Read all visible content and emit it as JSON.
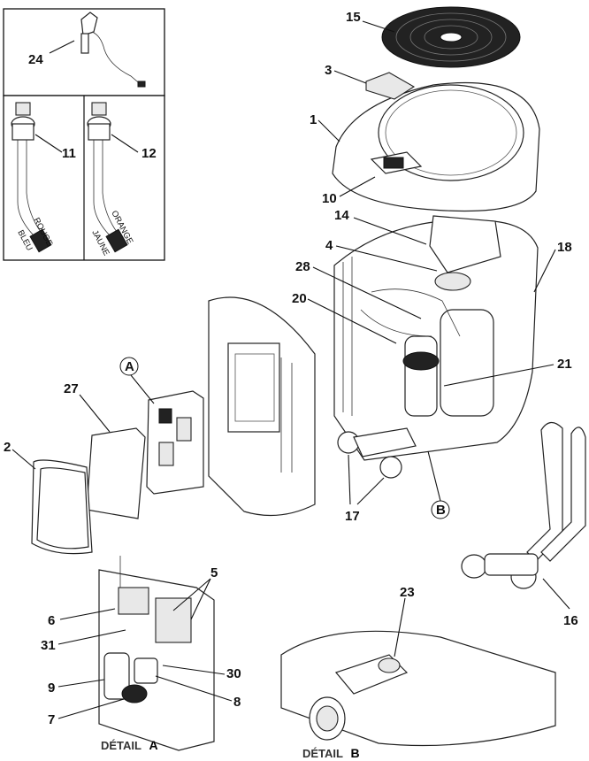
{
  "callouts": {
    "c15": "15",
    "c3": "3",
    "c1": "1",
    "c10": "10",
    "c14": "14",
    "c4": "4",
    "c18": "18",
    "c28": "28",
    "c20": "20",
    "c21": "21",
    "c17": "17",
    "cB": "B",
    "c16": "16",
    "c24": "24",
    "c11": "11",
    "c12": "12",
    "cA": "A",
    "c27": "27",
    "c2": "2",
    "c5": "5",
    "c6": "6",
    "c31": "31",
    "c9": "9",
    "c30": "30",
    "c8": "8",
    "c7": "7",
    "c23": "23"
  },
  "wire_labels": {
    "bleu": "BLEU",
    "rouge": "ROUGE",
    "jaune": "JAUNE",
    "orange": "ORANGE"
  },
  "details": {
    "a_prefix": "DÉTAIL",
    "a_letter": "A",
    "b_prefix": "DÉTAIL",
    "b_letter": "B"
  }
}
